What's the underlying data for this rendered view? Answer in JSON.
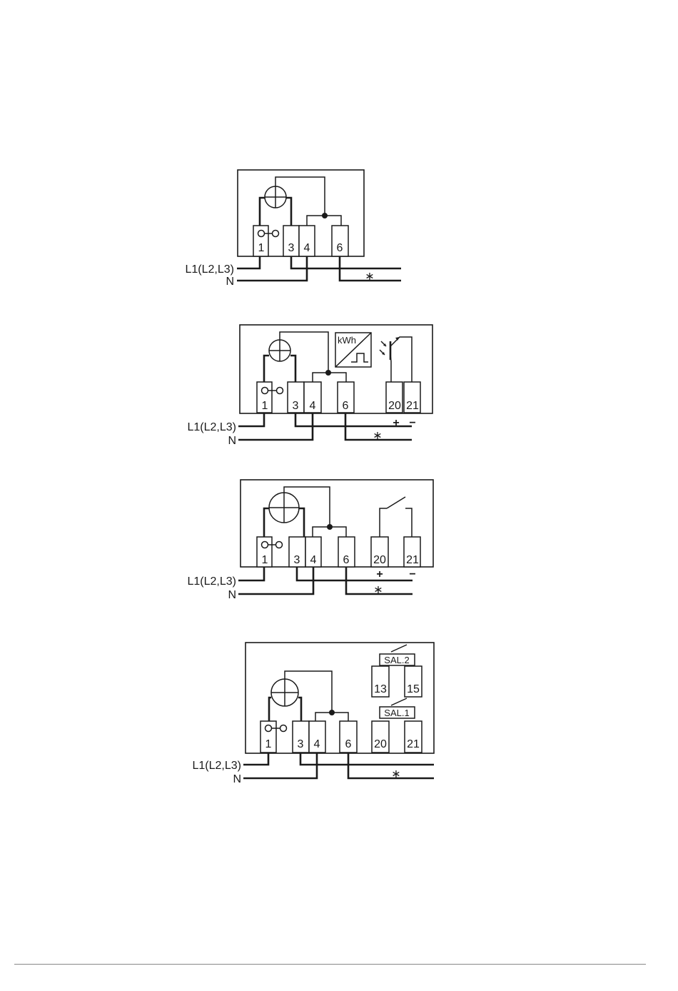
{
  "colors": {
    "ink": "#1a1a1a",
    "background": "#ffffff",
    "footer_rule": "#888888"
  },
  "labels": {
    "line": "L1(L2,L3)",
    "neutral": "N",
    "load": "∗"
  },
  "diagrams": [
    {
      "terminals": [
        "1",
        "3",
        "4",
        "6"
      ]
    },
    {
      "terminals": [
        "1",
        "3",
        "4",
        "6",
        "20",
        "21"
      ],
      "polarity": [
        "+",
        "−"
      ],
      "module_label": "kWh"
    },
    {
      "terminals": [
        "1",
        "3",
        "4",
        "6",
        "20",
        "21"
      ],
      "polarity": [
        "+",
        "−"
      ]
    },
    {
      "terminals": [
        "1",
        "3",
        "4",
        "6",
        "13",
        "15",
        "20",
        "21"
      ],
      "outputs": [
        "SAL.2",
        "SAL.1"
      ]
    }
  ]
}
